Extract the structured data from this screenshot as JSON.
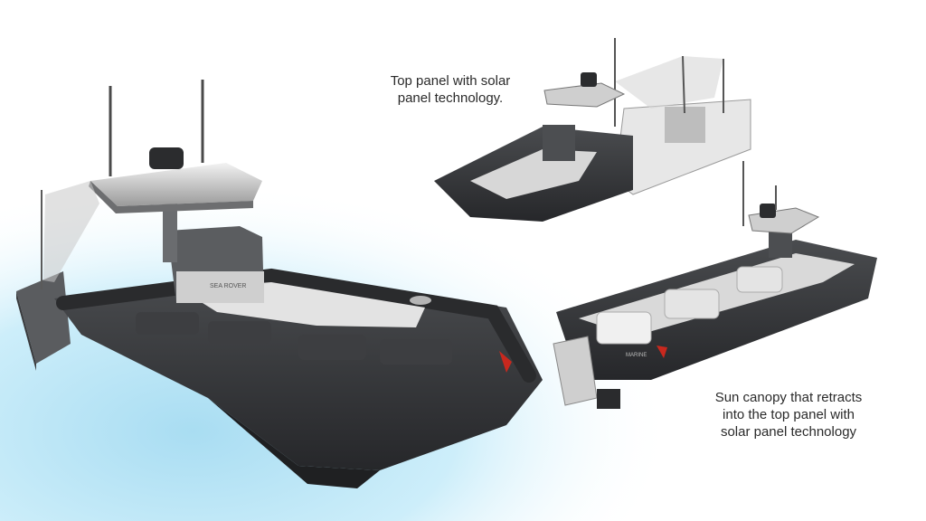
{
  "captions": {
    "top_panel": [
      "Top panel with solar",
      "panel technology."
    ],
    "sun_canopy": [
      "Sun canopy that retracts",
      "into the top panel with",
      "solar panel technology"
    ]
  },
  "brand": {
    "main_boat_label": "SEA ROVER",
    "side_label": "MARINE"
  },
  "colors": {
    "hull": "#3a3b3d",
    "deck": "#d9d9d9",
    "water": "#bfe6f5",
    "accent_red": "#c8281e"
  }
}
